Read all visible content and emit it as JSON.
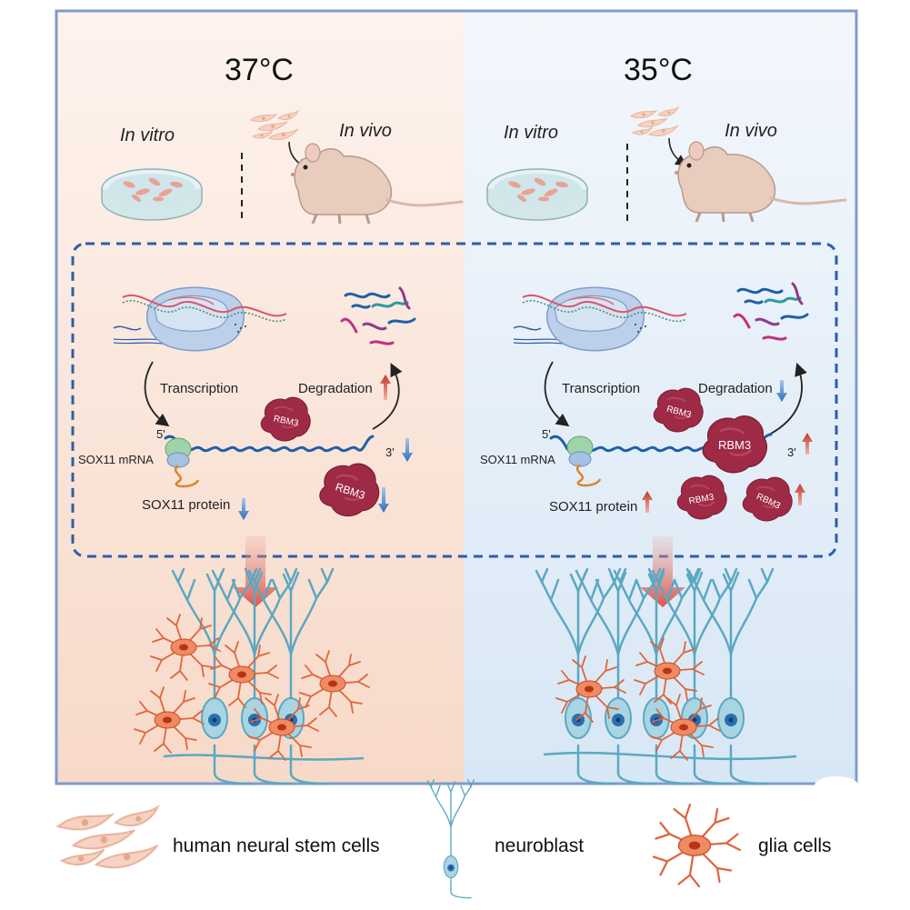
{
  "panels": {
    "left": {
      "temperature": "37°C",
      "in_vitro": "In vitro",
      "in_vivo": "In vivo",
      "transcription": "Transcription",
      "degradation": "Degradation",
      "five_prime": "5'",
      "three_prime": "3'",
      "mrna_label": "SOX11 mRNA",
      "protein_label": "SOX11 protein",
      "rbm3": "RBM3",
      "accent": "#f6dccd"
    },
    "right": {
      "temperature": "35°C",
      "in_vitro": "In vitro",
      "in_vivo": "In vivo",
      "transcription": "Transcription",
      "degradation": "Degradation",
      "five_prime": "5'",
      "three_prime": "3'",
      "mrna_label": "SOX11 mRNA",
      "protein_label": "SOX11 protein",
      "rbm3": "RBM3",
      "accent": "#dde9f6"
    }
  },
  "legend": {
    "stem_cells": "human neural stem cells",
    "neuroblast": "neuroblast",
    "glia": "glia cells"
  },
  "colors": {
    "frame": "#7f9ccb",
    "dashed_box": "#2b5fa8",
    "rbm3": "#9e2a45",
    "mrna": "#1f5fa6",
    "neuron": "#5ba8c2",
    "glia": "#e0653c",
    "arrow_up": "#c0392b",
    "arrow_down": "#2e6fc0"
  }
}
